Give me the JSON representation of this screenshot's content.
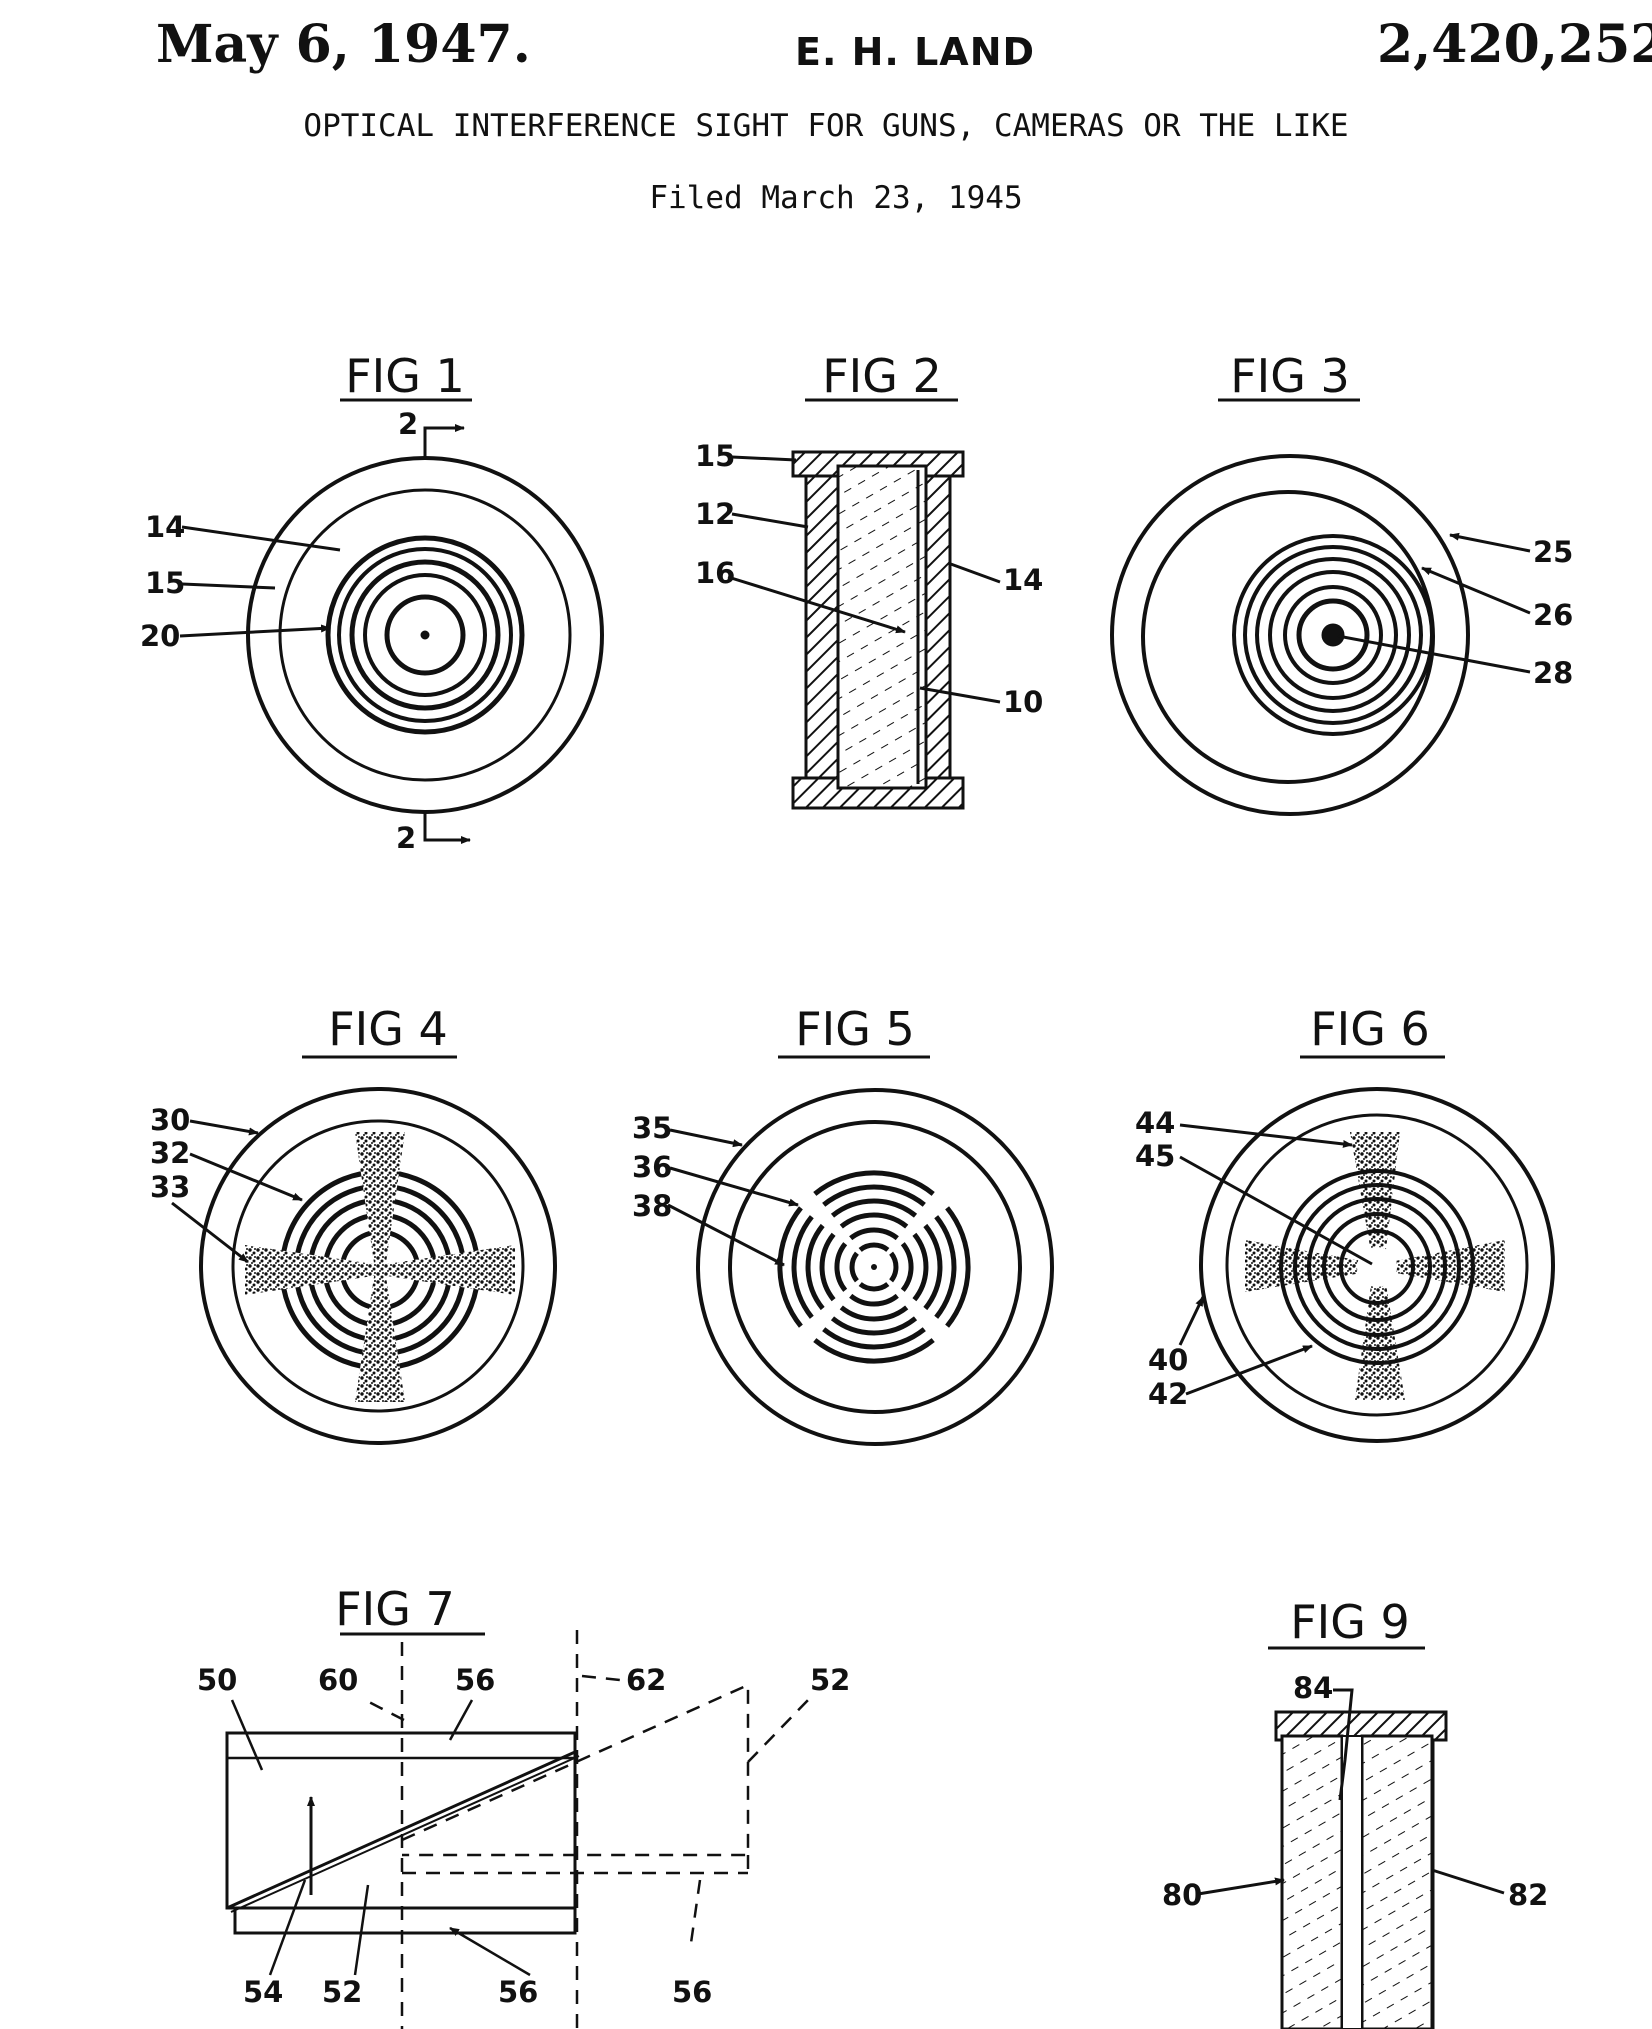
{
  "header": {
    "date": "May 6, 1947.",
    "inventor": "E. H. LAND",
    "patent_number": "2,420,252",
    "title": "OPTICAL INTERFERENCE SIGHT FOR GUNS, CAMERAS OR THE LIKE",
    "filed": "Filed March 23, 1945"
  },
  "figures": {
    "fig1": {
      "label": "FIG 1",
      "refs": {
        "section_top": "2",
        "section_bottom": "2",
        "r14": "14",
        "r15": "15",
        "r20": "20"
      }
    },
    "fig2": {
      "label": "FIG 2",
      "refs": {
        "r15": "15",
        "r12": "12",
        "r16": "16",
        "r14": "14",
        "r10": "10"
      }
    },
    "fig3": {
      "label": "FIG 3",
      "refs": {
        "r25": "25",
        "r26": "26",
        "r28": "28"
      }
    },
    "fig4": {
      "label": "FIG 4",
      "refs": {
        "r30": "30",
        "r32": "32",
        "r33": "33"
      }
    },
    "fig5": {
      "label": "FIG 5",
      "refs": {
        "r35": "35",
        "r36": "36",
        "r38": "38"
      }
    },
    "fig6": {
      "label": "FIG 6",
      "refs": {
        "r44": "44",
        "r45": "45",
        "r40": "40",
        "r42": "42"
      }
    },
    "fig7": {
      "label": "FIG 7",
      "refs": {
        "r50": "50",
        "r60": "60",
        "r56a": "56",
        "r62": "62",
        "r52a": "52",
        "r54": "54",
        "r52b": "52",
        "r56b": "56",
        "r56c": "56"
      }
    },
    "fig9": {
      "label": "FIG 9",
      "refs": {
        "r84": "84",
        "r80": "80",
        "r82": "82"
      }
    }
  }
}
